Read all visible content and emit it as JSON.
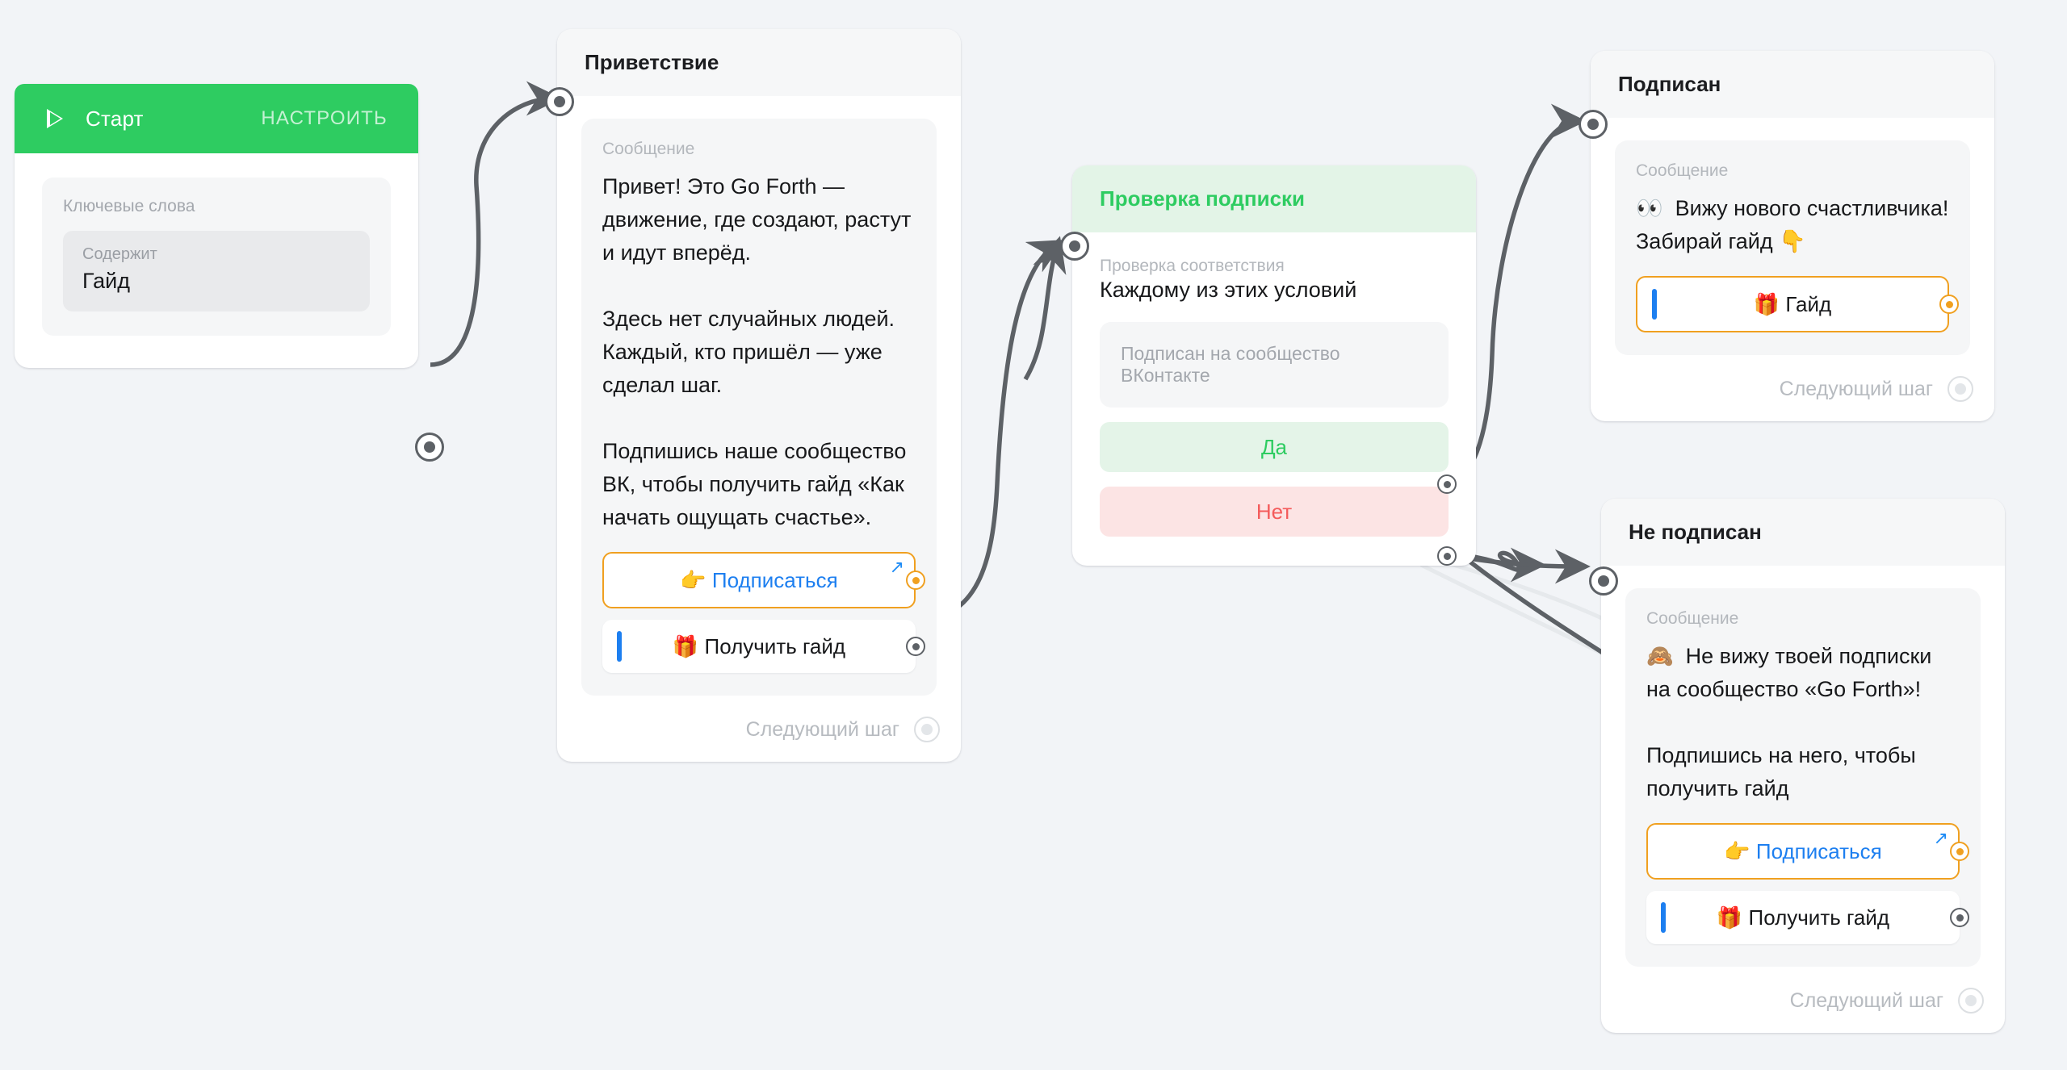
{
  "canvas": {
    "background_color": "#f2f4f7",
    "edge_color": "#5d6166"
  },
  "theme": {
    "green": "#2ecc61",
    "green_soft": "#e3f4e7",
    "red_soft": "#fce4e4",
    "red_text": "#f45b5b",
    "orange": "#f0a020",
    "blue": "#1d7ff0",
    "muted": "#b3b7bc"
  },
  "start_node": {
    "title": "Старт",
    "action_label": "НАСТРОИТЬ",
    "play_icon": "play-icon",
    "keywords_label": "Ключевые слова",
    "condition_label": "Содержит",
    "condition_value": "Гайд"
  },
  "greeting_node": {
    "title": "Приветствие",
    "message_label": "Сообщение",
    "message_text": "Привет! Это Go Forth — движение, где создают, растут и идут вперёд.\n\nЗдесь нет случайных людей. Каждый, кто пришёл — уже сделал шаг.\n\nПодпишись наше сообщество ВК, чтобы получить гайд «Как начать ощущать счастье».",
    "buttons": [
      {
        "icon": "👉",
        "label": "Подписаться",
        "style": "link",
        "external": true,
        "port": "orange"
      },
      {
        "icon": "🎁",
        "label": "Получить гайд",
        "style": "plain",
        "external": false,
        "port": "gray"
      }
    ],
    "next_step_label": "Следующий шаг"
  },
  "subscription_check_node": {
    "title": "Проверка подписки",
    "check_label": "Проверка соответствия",
    "check_value": "Каждому из этих условий",
    "condition_chip": "Подписан на сообщество ВКонтакте",
    "branches": [
      {
        "label": "Да",
        "kind": "yes"
      },
      {
        "label": "Нет",
        "kind": "no"
      }
    ]
  },
  "subscribed_node": {
    "title": "Подписан",
    "message_label": "Сообщение",
    "message_text": "👀  Вижу нового счастливчика! Забирай гайд 👇",
    "buttons": [
      {
        "icon": "🎁",
        "label": "Гайд",
        "style": "outlined",
        "external": false,
        "port": "orange"
      }
    ],
    "next_step_label": "Следующий шаг"
  },
  "not_subscribed_node": {
    "title": "Не подписан",
    "message_label": "Сообщение",
    "message_text": "🙈  Не вижу твоей подписки на сообщество «Go Forth»!\n\nПодпишись на него, чтобы получить гайд",
    "buttons": [
      {
        "icon": "👉",
        "label": "Подписаться",
        "style": "link",
        "external": true,
        "port": "orange"
      },
      {
        "icon": "🎁",
        "label": "Получить гайд",
        "style": "plain",
        "external": false,
        "port": "gray"
      }
    ],
    "next_step_label": "Следующий шаг"
  }
}
